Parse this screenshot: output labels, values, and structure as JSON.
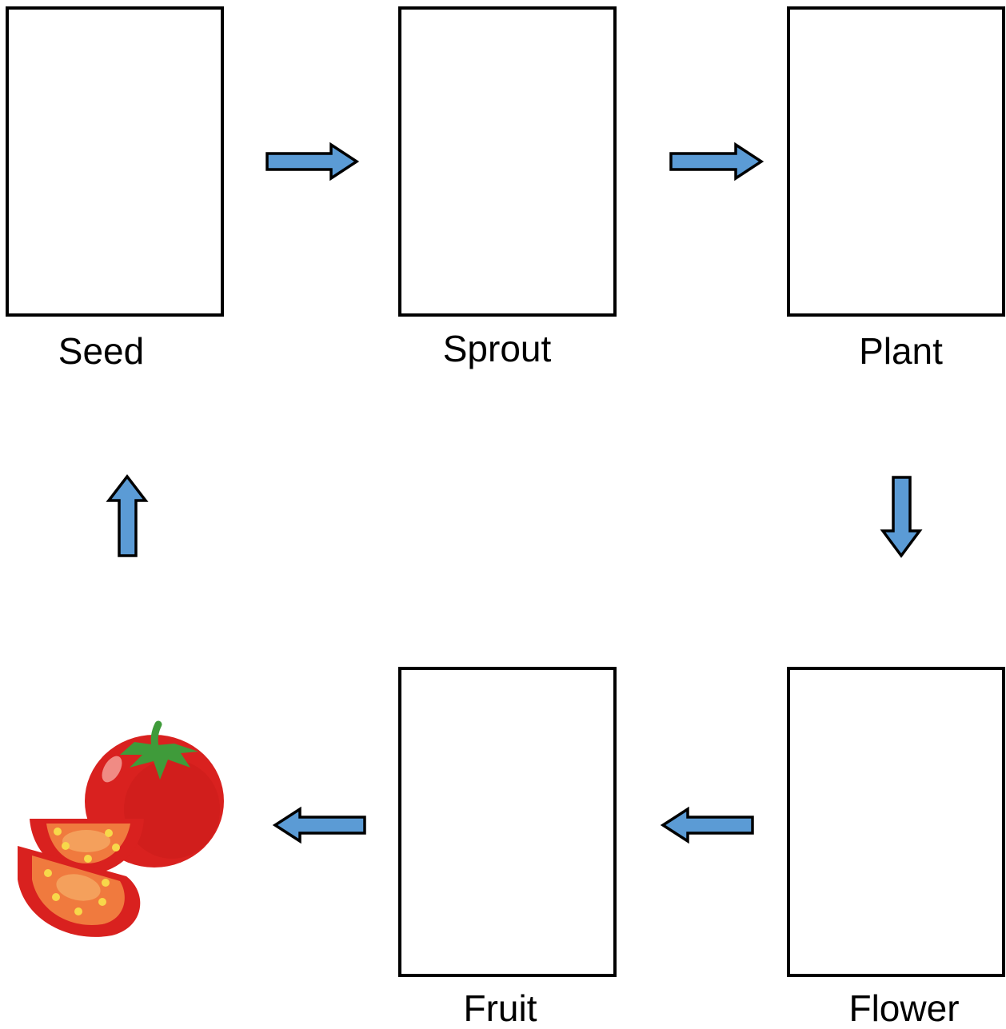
{
  "stages": {
    "seed": "Seed",
    "sprout": "Sprout",
    "plant": "Plant",
    "flower": "Flower",
    "fruit": "Fruit"
  },
  "colors": {
    "arrow_fill": "#5b9bd5",
    "arrow_stroke": "#000000",
    "box_border": "#000000",
    "tomato": "#d9211f",
    "tomato_highlight": "#f08b84",
    "leaf": "#3f9b3a",
    "flesh": "#f07a3e"
  },
  "icons": {
    "tomato": "tomato-icon"
  }
}
